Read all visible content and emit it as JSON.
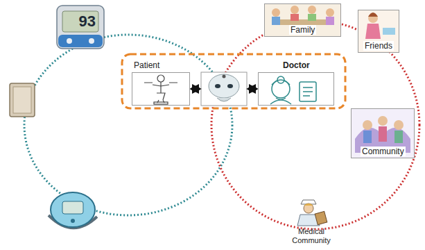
{
  "diagram": {
    "nodes": [
      {
        "text": [
          "Family"
        ]
      },
      {
        "text": [
          "Friends"
        ]
      },
      {
        "text": [
          "Patient"
        ]
      },
      {
        "text": [
          "Doctor"
        ]
      },
      {
        "text": [
          "Community"
        ]
      },
      {
        "text": [
          "Medical Community"
        ]
      }
    ],
    "labels": [
      "93"
    ]
  }
}
